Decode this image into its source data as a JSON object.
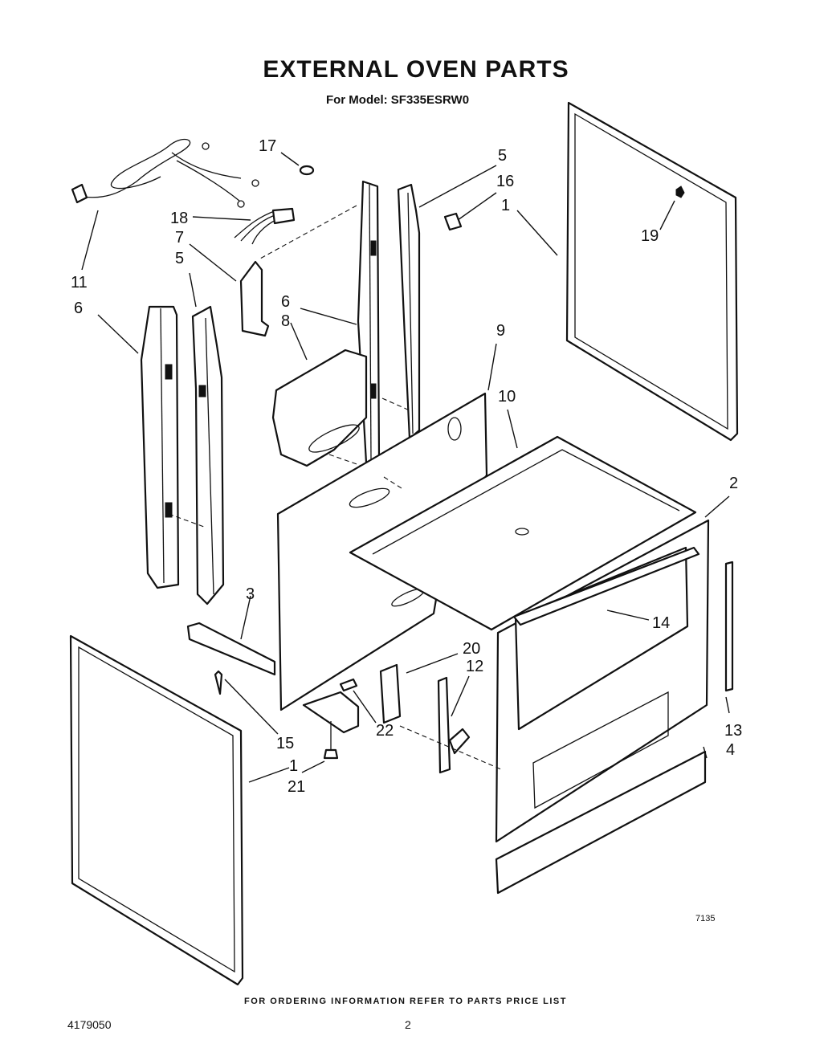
{
  "header": {
    "title": "EXTERNAL OVEN PARTS",
    "subtitle": "For Model: SF335ESRW0"
  },
  "callouts": [
    {
      "id": "c1-top",
      "label": "1"
    },
    {
      "id": "c1-bottom",
      "label": "1"
    },
    {
      "id": "c2",
      "label": "2"
    },
    {
      "id": "c3",
      "label": "3"
    },
    {
      "id": "c4",
      "label": "4"
    },
    {
      "id": "c5-left",
      "label": "5"
    },
    {
      "id": "c5-right",
      "label": "5"
    },
    {
      "id": "c6-left",
      "label": "6"
    },
    {
      "id": "c6-center",
      "label": "6"
    },
    {
      "id": "c7",
      "label": "7"
    },
    {
      "id": "c8",
      "label": "8"
    },
    {
      "id": "c9",
      "label": "9"
    },
    {
      "id": "c10",
      "label": "10"
    },
    {
      "id": "c11",
      "label": "11"
    },
    {
      "id": "c12",
      "label": "12"
    },
    {
      "id": "c13",
      "label": "13"
    },
    {
      "id": "c14",
      "label": "14"
    },
    {
      "id": "c15",
      "label": "15"
    },
    {
      "id": "c16",
      "label": "16"
    },
    {
      "id": "c17",
      "label": "17"
    },
    {
      "id": "c18",
      "label": "18"
    },
    {
      "id": "c19",
      "label": "19"
    },
    {
      "id": "c20",
      "label": "20"
    },
    {
      "id": "c21",
      "label": "21"
    },
    {
      "id": "c22",
      "label": "22"
    }
  ],
  "figure_code": "7135",
  "footer": {
    "note": "FOR ORDERING INFORMATION REFER TO PARTS PRICE LIST",
    "doc_number": "4179050",
    "page_number": "2"
  }
}
